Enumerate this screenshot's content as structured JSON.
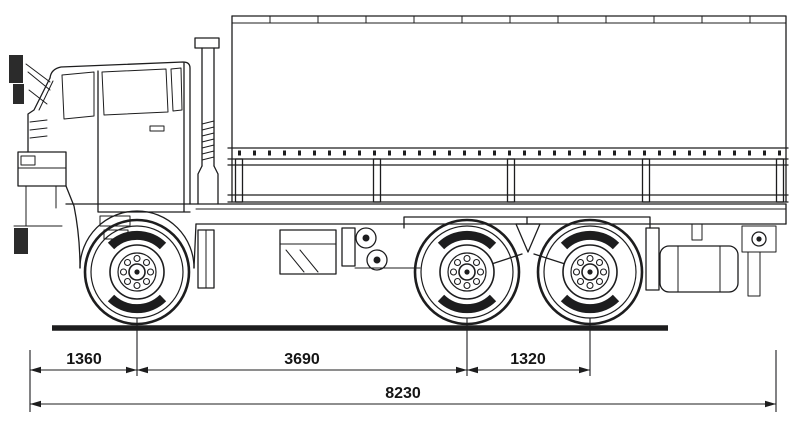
{
  "diagram": {
    "type": "technical-dimension-drawing",
    "subject": "flatbed-truck-side-view",
    "line_color": "#1d1d1e",
    "dimensions": {
      "front_overhang_to_front_axle": "1360",
      "front_axle_to_rear_axle": "3690",
      "rear_tandem_spacing": "1320",
      "overall_length": "8230"
    }
  }
}
